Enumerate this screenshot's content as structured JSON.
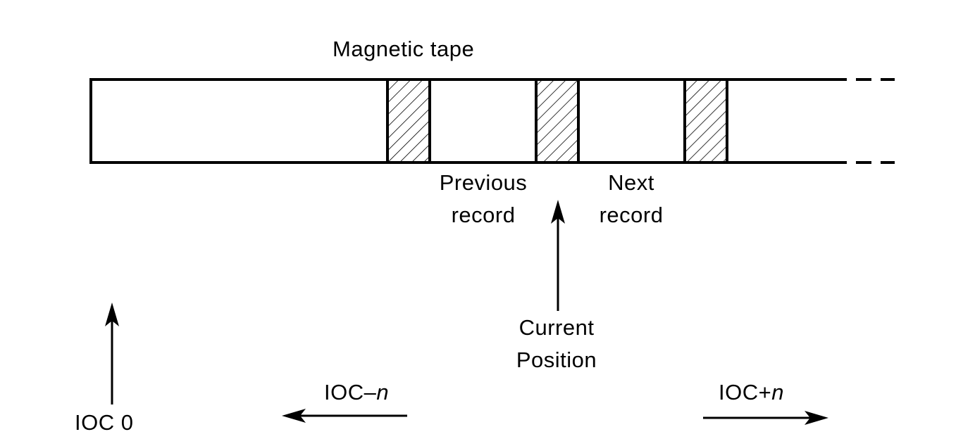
{
  "title": "Magnetic tape",
  "previous_record": [
    "Previous",
    "record"
  ],
  "next_record": [
    "Next",
    "record"
  ],
  "current_position": [
    "Current",
    "Position"
  ],
  "ioc_zero": "IOC  0",
  "ioc_minus": {
    "prefix": "IOC–",
    "var": "n"
  },
  "ioc_plus": {
    "prefix": "IOC+",
    "var": "n"
  },
  "colors": {
    "ink": "#000000",
    "paper": "#ffffff"
  }
}
